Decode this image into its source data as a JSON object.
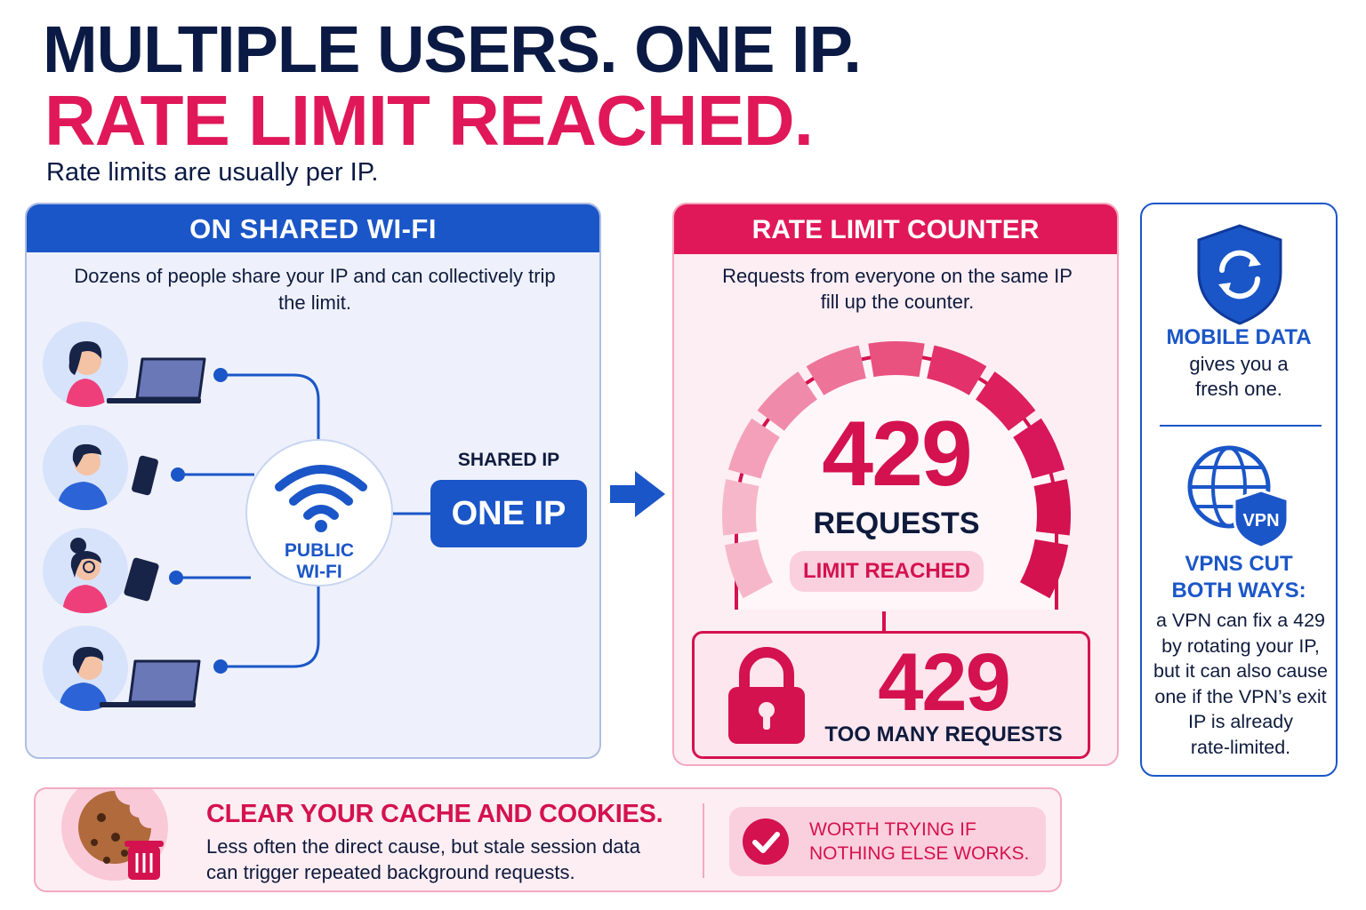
{
  "title_line1": "MULTIPLE USERS. ONE IP.",
  "title_line2": "RATE LIMIT REACHED.",
  "subtitle": "Rate limits are usually per IP.",
  "shared_wifi": {
    "header": "ON SHARED WI-FI",
    "description": "Dozens of people share your IP and can collectively trip the limit.",
    "hub_label_line1": "PUBLIC",
    "hub_label_line2": "WI-FI",
    "shared_ip_label": "SHARED IP",
    "one_ip": "ONE IP"
  },
  "counter": {
    "header": "RATE LIMIT COUNTER",
    "description_line1": "Requests from everyone on the same IP",
    "description_line2": "fill up the counter.",
    "gauge_number": "429",
    "gauge_unit": "REQUESTS",
    "gauge_badge": "LIMIT REACHED",
    "status_code": "429",
    "status_text": "TOO MANY REQUESTS"
  },
  "right_panel": {
    "mobile_title": "MOBILE DATA",
    "mobile_line1": "gives you a",
    "mobile_line2": "fresh one.",
    "vpn_badge": "VPN",
    "vpn_title_line1": "VPNS CUT",
    "vpn_title_line2": "BOTH WAYS:",
    "vpn_line1": "a VPN can fix a 429",
    "vpn_line2": "by rotating your IP,",
    "vpn_line3": "but it can also cause",
    "vpn_line4": "one if the VPN’s exit",
    "vpn_line5": "IP is already",
    "vpn_line6": "rate-limited."
  },
  "bottom": {
    "title": "CLEAR YOUR CACHE AND COOKIES.",
    "text_line1": "Less often the direct cause, but stale session data",
    "text_line2": "can trigger repeated background requests.",
    "worth_line1": "WORTH TRYING IF",
    "worth_line2": "NOTHING ELSE WORKS."
  },
  "colors": {
    "navy": "#0b1a44",
    "brand_blue": "#1b56c8",
    "brand_pink": "#e0185a"
  },
  "icons": [
    "laptop-icon",
    "phone-icon",
    "tablet-icon",
    "wifi-icon",
    "arrow-right-icon",
    "gauge-icon",
    "lock-icon",
    "shield-refresh-icon",
    "globe-icon",
    "vpn-shield-icon",
    "cookie-icon",
    "trash-icon",
    "check-icon"
  ]
}
